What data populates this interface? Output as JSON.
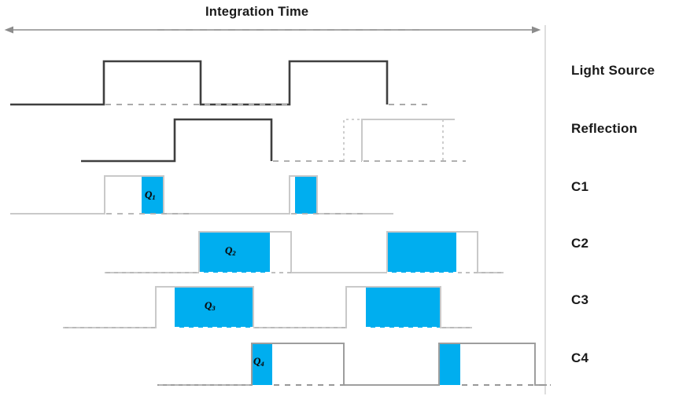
{
  "figure": {
    "kind": "timing-diagram",
    "title": "Integration Time",
    "background_color": "#ffffff",
    "accent_color": "#00AEEF",
    "solid_line_color": "#3f3f3f",
    "ghost_line_color": "#c9c9c9",
    "baseline_color": "#b8b8b8",
    "axis_color": "#8c8c8c"
  },
  "header": {
    "integration_time_label": "Integration Time",
    "arrow_name": "double-headed-arrow"
  },
  "rows": [
    {
      "id": "light-source",
      "label": "Light Source"
    },
    {
      "id": "reflection",
      "label": "Reflection"
    },
    {
      "id": "c1",
      "label": "C1"
    },
    {
      "id": "c2",
      "label": "C2"
    },
    {
      "id": "c3",
      "label": "C3"
    },
    {
      "id": "c4",
      "label": "C4"
    }
  ],
  "charge_labels": [
    {
      "id": "q1",
      "text": "Q",
      "sub": "1",
      "row": "c1"
    },
    {
      "id": "q2",
      "text": "Q",
      "sub": "2",
      "row": "c2"
    },
    {
      "id": "q3",
      "text": "Q",
      "sub": "3",
      "row": "c3"
    },
    {
      "id": "q4",
      "text": "Q",
      "sub": "4",
      "row": "c4"
    }
  ],
  "chart_data": {
    "type": "line",
    "title": "Integration Time",
    "xlabel": "",
    "ylabel": "",
    "description": "Indirect time-of-flight four-tap demodulation timing diagram. Emitted light pulses, delayed reflection, and four correlation gates C1-C4 whose overlap with the reflection accumulates charges Q1-Q4 (shown as filled blue regions).",
    "x_domain": [
      13,
      693
    ],
    "integration_time_span": [
      13,
      680
    ],
    "series": [
      {
        "name": "Light Source",
        "baseline_y": 133,
        "high_y": 78,
        "segments": [
          {
            "style": "solid",
            "level": "low",
            "x0": 13,
            "x1": 132
          },
          {
            "style": "solid",
            "level": "high",
            "x0": 132,
            "x1": 255
          },
          {
            "style": "solid",
            "level": "low",
            "x0": 255,
            "x1": 368
          },
          {
            "style": "solid",
            "level": "high",
            "x0": 368,
            "x1": 492
          },
          {
            "style": "dashed",
            "level": "low",
            "x0": 132,
            "x1": 368
          },
          {
            "style": "dashed",
            "level": "low",
            "x0": 368,
            "x1": 540
          }
        ]
      },
      {
        "name": "Reflection",
        "baseline_y": 205,
        "high_y": 152,
        "segments": [
          {
            "style": "solid",
            "level": "low",
            "x0": 103,
            "x1": 222
          },
          {
            "style": "solid",
            "level": "high",
            "x0": 222,
            "x1": 345
          },
          {
            "style": "dashed",
            "level": "low",
            "x0": 222,
            "x1": 460
          },
          {
            "style": "ghost",
            "level": "high",
            "x0": 460,
            "x1": 578
          },
          {
            "style": "dashed",
            "level": "low",
            "x0": 460,
            "x1": 592
          },
          {
            "style": "dotted-box",
            "x0": 437,
            "x1": 563
          }
        ]
      },
      {
        "name": "C1",
        "baseline_y": 272,
        "high_y": 224,
        "segments": [
          {
            "style": "ghost",
            "level": "low",
            "x0": 13,
            "x1": 133
          },
          {
            "style": "ghost",
            "level": "high",
            "x0": 133,
            "x1": 208
          },
          {
            "style": "ghost",
            "level": "low",
            "x0": 208,
            "x1": 368
          },
          {
            "style": "ghost",
            "level": "high",
            "x0": 368,
            "x1": 403
          },
          {
            "style": "ghost",
            "level": "low",
            "x0": 403,
            "x1": 500
          }
        ],
        "fills": [
          {
            "x0": 180,
            "x1": 208
          },
          {
            "x0": 375,
            "x1": 403
          }
        ]
      },
      {
        "name": "C2",
        "baseline_y": 347,
        "high_y": 295,
        "segments": [
          {
            "style": "ghost",
            "level": "low",
            "x0": 133,
            "x1": 253
          },
          {
            "style": "ghost",
            "level": "high",
            "x0": 253,
            "x1": 370
          },
          {
            "style": "ghost",
            "level": "low",
            "x0": 370,
            "x1": 492
          },
          {
            "style": "ghost",
            "level": "high",
            "x0": 492,
            "x1": 607
          },
          {
            "style": "ghost",
            "level": "low",
            "x0": 607,
            "x1": 640
          }
        ],
        "fills": [
          {
            "x0": 253,
            "x1": 343
          },
          {
            "x0": 492,
            "x1": 580
          }
        ]
      },
      {
        "name": "C3",
        "baseline_y": 417,
        "high_y": 365,
        "segments": [
          {
            "style": "ghost",
            "level": "low",
            "x0": 80,
            "x1": 198
          },
          {
            "style": "ghost",
            "level": "high",
            "x0": 198,
            "x1": 322
          },
          {
            "style": "ghost",
            "level": "low",
            "x0": 322,
            "x1": 440
          },
          {
            "style": "ghost",
            "level": "high",
            "x0": 440,
            "x1": 560
          },
          {
            "style": "ghost",
            "level": "low",
            "x0": 560,
            "x1": 600
          }
        ],
        "fills": [
          {
            "x0": 222,
            "x1": 322
          },
          {
            "x0": 465,
            "x1": 560
          }
        ]
      },
      {
        "name": "C4",
        "baseline_y": 490,
        "high_y": 437,
        "segments": [
          {
            "style": "ghost",
            "level": "low",
            "x0": 200,
            "x1": 320
          },
          {
            "style": "ghost",
            "level": "high",
            "x0": 320,
            "x1": 437
          },
          {
            "style": "ghost",
            "level": "low",
            "x0": 437,
            "x1": 558
          },
          {
            "style": "ghost",
            "level": "high",
            "x0": 558,
            "x1": 680
          },
          {
            "style": "ghost",
            "level": "low",
            "x0": 680,
            "x1": 695
          }
        ],
        "fills": [
          {
            "x0": 320,
            "x1": 346
          },
          {
            "x0": 558,
            "x1": 585
          }
        ]
      }
    ]
  }
}
